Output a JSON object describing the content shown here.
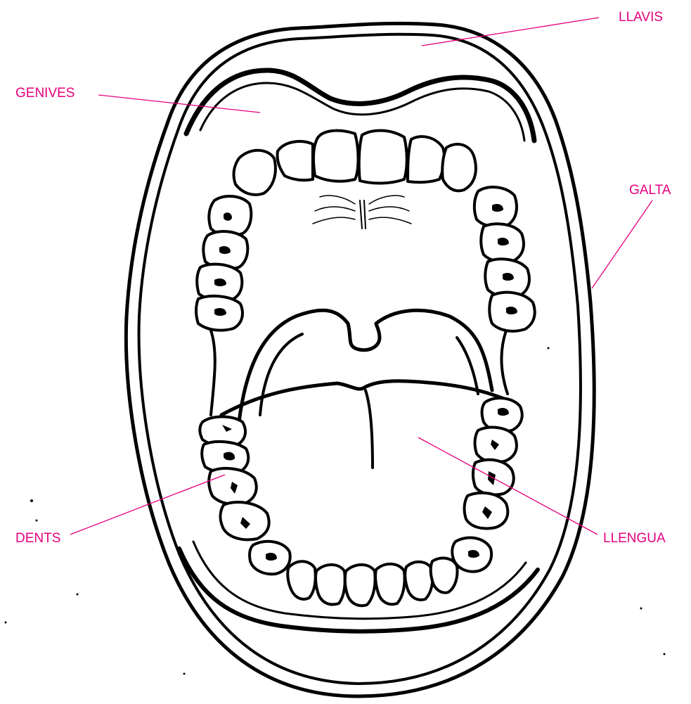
{
  "labels": {
    "lips": "LLAVIS",
    "gums": "GENIVES",
    "cheek": "GALTA",
    "teeth": "DENTS",
    "tongue": "LLENGUA"
  },
  "colors": {
    "label": "#e6007e",
    "ink": "#000000",
    "background": "#ffffff"
  }
}
